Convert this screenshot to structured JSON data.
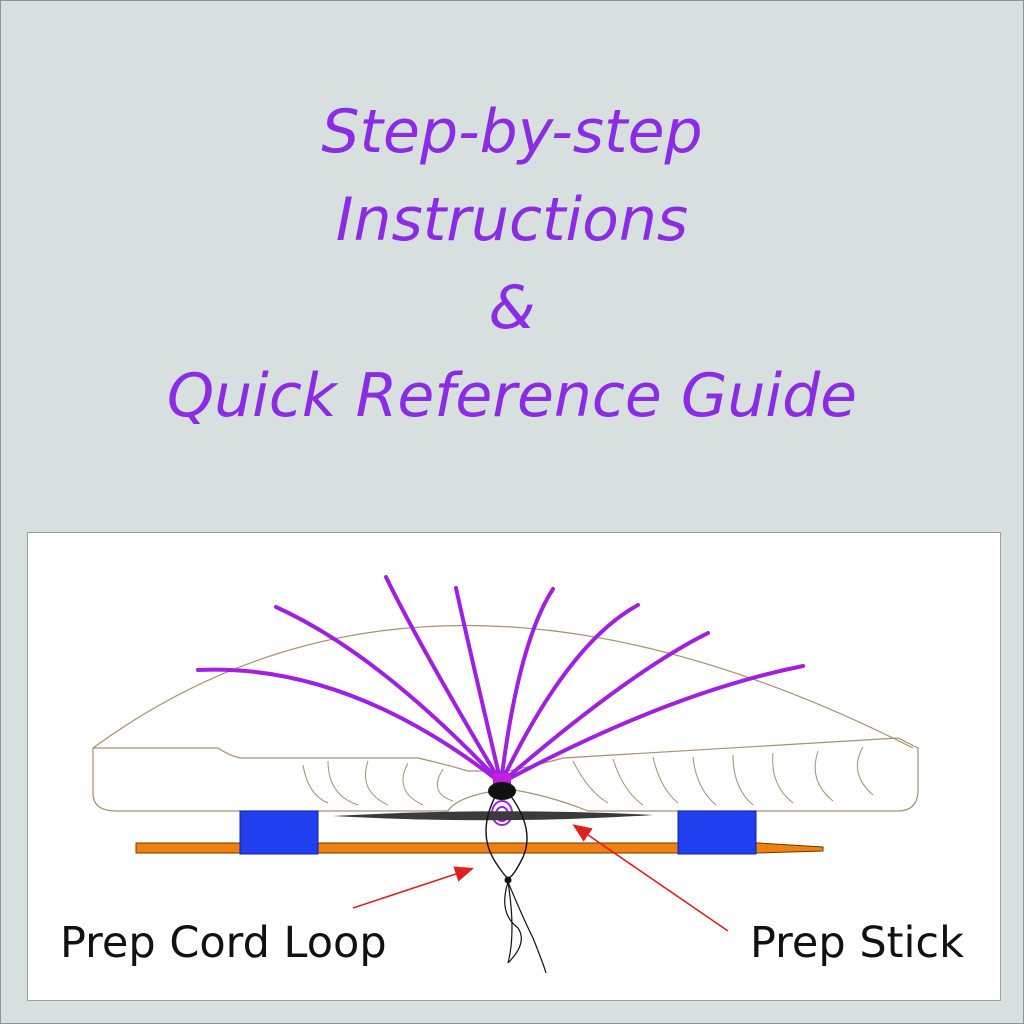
{
  "title": {
    "line1": "Step-by-step",
    "line2": "Instructions",
    "line3": "&",
    "line4": "Quick Reference Guide"
  },
  "diagram": {
    "label_left": "Prep Cord Loop",
    "label_right": "Prep Stick"
  },
  "colors": {
    "background": "#d7dfdf",
    "title": "#8b2be3",
    "strings": "#a020e0",
    "blocks": "#2040f0",
    "stick": "#f08010",
    "arrows": "#e02020",
    "wood_outline": "#a89070"
  }
}
